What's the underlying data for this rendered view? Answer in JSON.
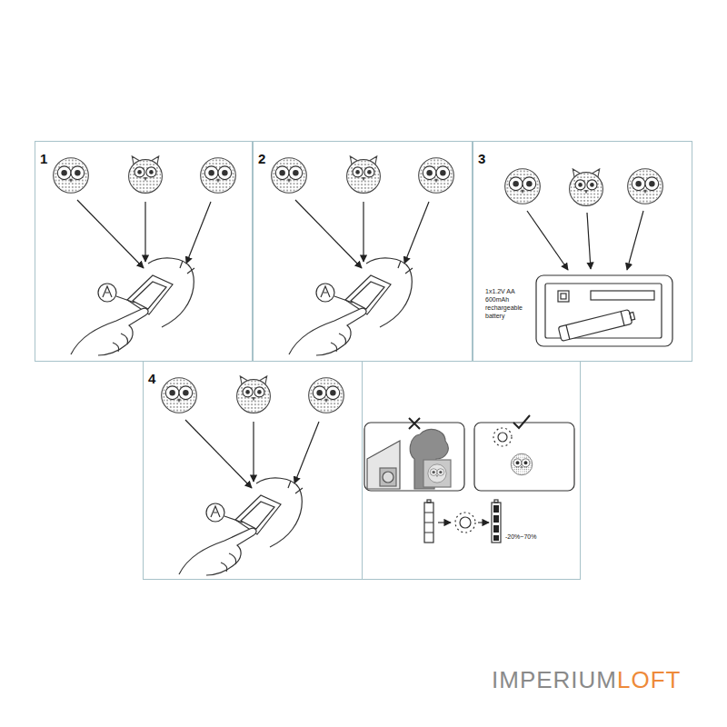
{
  "diagram": {
    "nodes": [
      {
        "text": [
          "1"
        ]
      },
      {
        "text": [
          "2"
        ]
      },
      {
        "text": [
          "3"
        ]
      },
      {
        "text": [
          "4"
        ]
      },
      {
        "text": [
          "-20%~70%"
        ]
      }
    ],
    "labels": [
      "1x1.2V AA 600mAh rechargeable battery",
      "IMPERIUM",
      "LOFT"
    ]
  }
}
